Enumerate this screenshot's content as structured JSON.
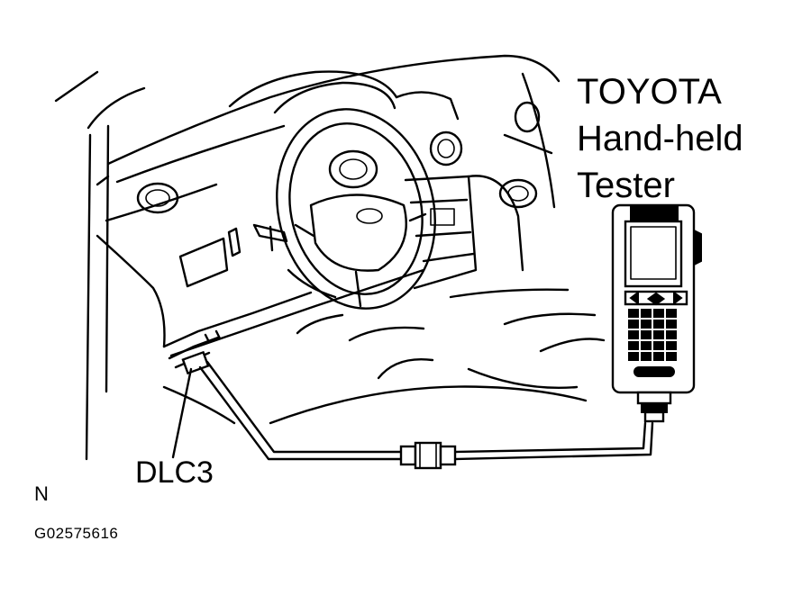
{
  "labels": {
    "tester_line1": "TOYOTA",
    "tester_line2": "Hand-held",
    "tester_line3": "Tester",
    "connector": "DLC3",
    "orientation": "N",
    "figure_code": "G02575616"
  }
}
